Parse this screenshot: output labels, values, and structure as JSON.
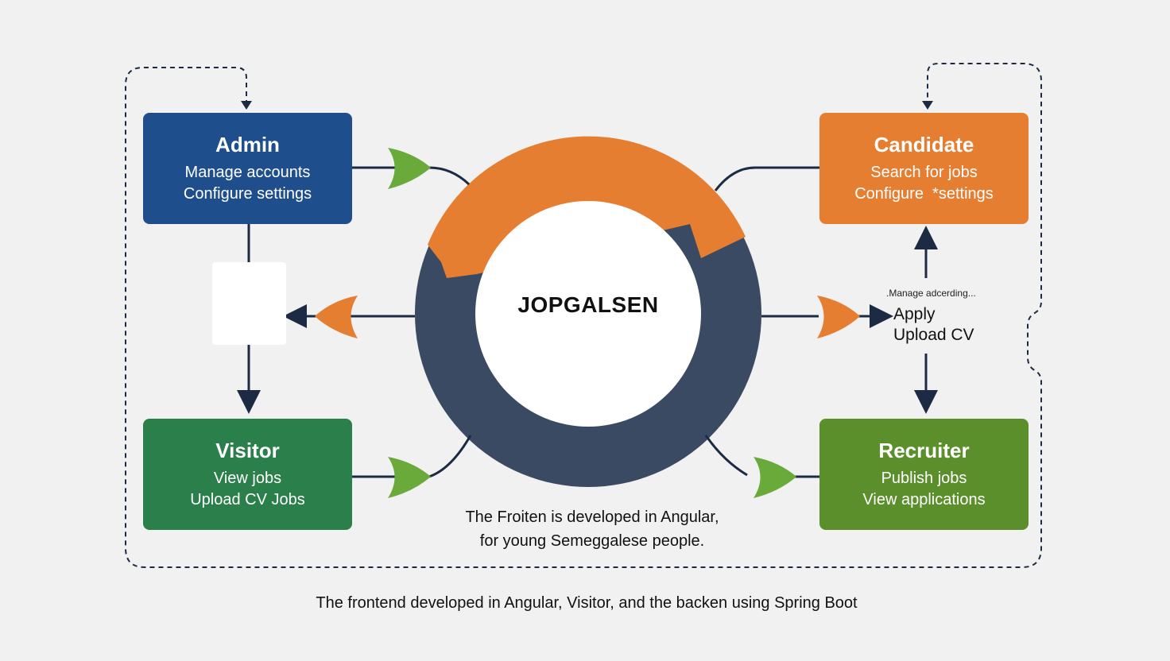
{
  "colors": {
    "background": "#f1f1f1",
    "admin": "#1f4e8c",
    "candidate": "#e67e32",
    "visitor": "#2a7f4b",
    "recruiter": "#5b8f2b",
    "ring_dark": "#3b4a63",
    "ring_orange": "#e67e32",
    "connector": "#1c2a44",
    "arrow_green": "#6aaa3a",
    "arrow_orange": "#e67e32"
  },
  "roles": {
    "admin": {
      "title": "Admin",
      "lines": [
        "Manage accounts",
        "Configure settings"
      ]
    },
    "candidate": {
      "title": "Candidate",
      "lines": [
        "Search for jobs",
        "Configure  *settings"
      ]
    },
    "visitor": {
      "title": "Visitor",
      "lines": [
        "View jobs",
        "Upload CV Jobs"
      ]
    },
    "recruiter": {
      "title": "Recruiter",
      "lines": [
        "Publish jobs",
        "View applications"
      ]
    }
  },
  "center": {
    "title": "JOPGALSEN"
  },
  "side": {
    "note": ".Manage adcerding...",
    "actions": [
      "Apply",
      "Upload CV"
    ]
  },
  "captions": {
    "middle": [
      "The Froiten is developed in Angular,",
      "for young Semeggalese people."
    ],
    "bottom": "The frontend developed in Angular, Visitor, and the backen using Spring Boot"
  }
}
